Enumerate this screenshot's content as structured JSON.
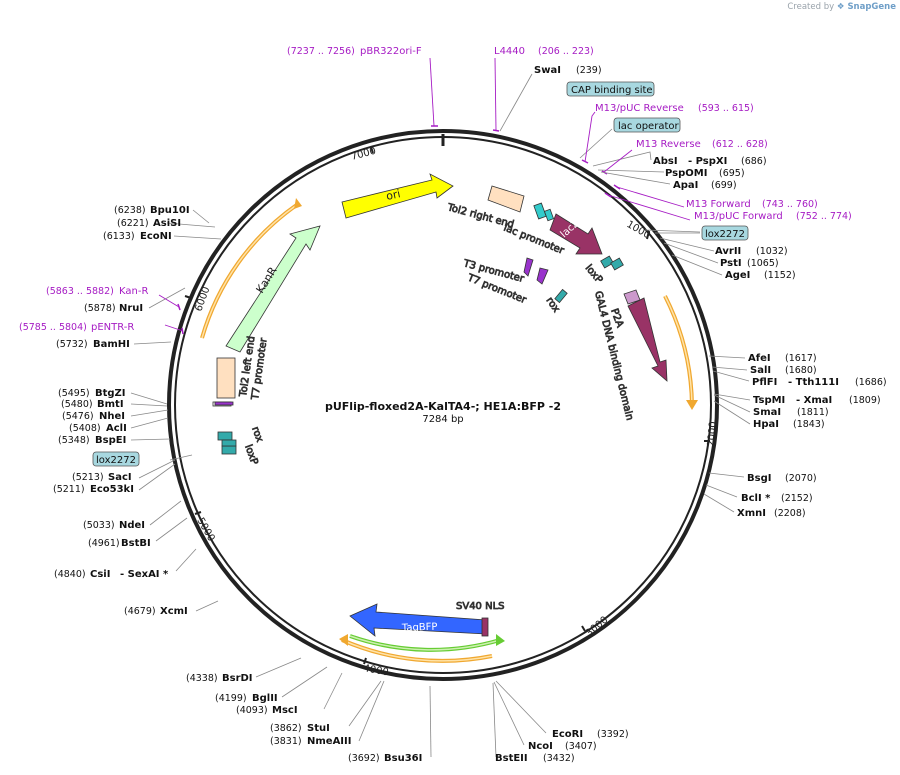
{
  "app": {
    "credit": "Created by",
    "brand": "SnapGene"
  },
  "plasmid": {
    "name": "pUFlip-floxed2A-KalTA4-; HE1A:BFP -2",
    "size": "7284 bp"
  },
  "ticks": [
    {
      "label": "1000",
      "pos": 1000
    },
    {
      "label": "2000",
      "pos": 2000
    },
    {
      "label": "3000",
      "pos": 3000
    },
    {
      "label": "4000",
      "pos": 4000
    },
    {
      "label": "5000",
      "pos": 5000
    },
    {
      "label": "6000",
      "pos": 6000
    },
    {
      "label": "7000",
      "pos": 7000
    }
  ],
  "primers": [
    {
      "name": "pBR322ori-F",
      "range": "(7237 .. 7256)",
      "pos": 7246
    },
    {
      "name": "L4440",
      "range": "(206 .. 223)",
      "pos": 214
    },
    {
      "name": "M13/pUC Reverse",
      "range": "(593 .. 615)",
      "pos": 604
    },
    {
      "name": "M13 Reverse",
      "range": "(612 .. 628)",
      "pos": 620
    },
    {
      "name": "M13 Forward",
      "range": "(743 .. 760)",
      "pos": 751
    },
    {
      "name": "M13/pUC Forward",
      "range": "(752 .. 774)",
      "pos": 763
    },
    {
      "name": "Kan-R",
      "range": "(5863 .. 5882)",
      "pos": 5872
    },
    {
      "name": "pENTR-R",
      "range": "(5785 .. 5804)",
      "pos": 5794
    }
  ],
  "boxed_features": [
    {
      "name": "CAP binding site"
    },
    {
      "name": "lac operator"
    },
    {
      "name": "lox2272"
    },
    {
      "name": "lox2272"
    }
  ],
  "sites": [
    {
      "name": "SwaI",
      "pos": "(239)"
    },
    {
      "name": "AbsI",
      "name2": "- PspXI",
      "pos": "(686)"
    },
    {
      "name": "PspOMI",
      "pos": "(695)"
    },
    {
      "name": "ApaI",
      "pos": "(699)"
    },
    {
      "name": "AvrII",
      "pos": "(1032)"
    },
    {
      "name": "PstI",
      "pos": "(1065)"
    },
    {
      "name": "AgeI",
      "pos": "(1152)"
    },
    {
      "name": "AfeI",
      "pos": "(1617)"
    },
    {
      "name": "SalI",
      "pos": "(1680)"
    },
    {
      "name": "PflFI",
      "name2": "- Tth111I",
      "pos": "(1686)"
    },
    {
      "name": "TspMI",
      "name2": "- XmaI",
      "pos": "(1809)"
    },
    {
      "name": "SmaI",
      "pos": "(1811)"
    },
    {
      "name": "HpaI",
      "pos": "(1843)"
    },
    {
      "name": "BsgI",
      "pos": "(2070)"
    },
    {
      "name": "BclI *",
      "pos": "(2152)"
    },
    {
      "name": "XmnI",
      "pos": "(2208)"
    },
    {
      "name": "EcoRI",
      "pos": "(3392)"
    },
    {
      "name": "NcoI",
      "pos": "(3407)"
    },
    {
      "name": "BstEII",
      "pos": "(3432)"
    },
    {
      "name": "Bsu36I",
      "pos": "(3692)"
    },
    {
      "name": "StuI",
      "pos": "(3862)"
    },
    {
      "name": "NmeAIII",
      "pos": "(3831)"
    },
    {
      "name": "MscI",
      "pos": "(4093)"
    },
    {
      "name": "BglII",
      "pos": "(4199)"
    },
    {
      "name": "BsrDI",
      "pos": "(4338)"
    },
    {
      "name": "XcmI",
      "pos": "(4679)"
    },
    {
      "name": "CsiI",
      "name2": "- SexAI *",
      "pos": "(4840)"
    },
    {
      "name": "BstBI",
      "pos": "(4961)"
    },
    {
      "name": "NdeI",
      "pos": "(5033)"
    },
    {
      "name": "Eco53kI",
      "pos": "(5211)"
    },
    {
      "name": "SacI",
      "pos": "(5213)"
    },
    {
      "name": "BspEI",
      "pos": "(5348)"
    },
    {
      "name": "AclI",
      "pos": "(5408)"
    },
    {
      "name": "NheI",
      "pos": "(5476)"
    },
    {
      "name": "BmtI",
      "pos": "(5480)"
    },
    {
      "name": "BtgZI",
      "pos": "(5495)"
    },
    {
      "name": "BamHI",
      "pos": "(5732)"
    },
    {
      "name": "NruI",
      "pos": "(5878)"
    },
    {
      "name": "EcoNI",
      "pos": "(6133)"
    },
    {
      "name": "AsiSI",
      "pos": "(6221)"
    },
    {
      "name": "Bpu10I",
      "pos": "(6238)"
    }
  ],
  "features": [
    {
      "label": "ori",
      "color": "#ffff00"
    },
    {
      "label": "KanR",
      "color": "#ccffcc"
    },
    {
      "label": "lacZα",
      "color": "#993366"
    },
    {
      "label": "TagBFP",
      "color": "#3366ff"
    },
    {
      "label": "GAL4 DNA binding domain",
      "color": "#993366"
    },
    {
      "label": "P2A",
      "color": "#cc99cc"
    },
    {
      "label": "SV40 NLS",
      "color": "#993366"
    },
    {
      "label": "Tol2 right end",
      "color": "#ffe0c0"
    },
    {
      "label": "Tol2 left end",
      "color": "#ffe0c0"
    },
    {
      "label": "lac promoter",
      "color": "#33cccc"
    },
    {
      "label": "T3 promoter",
      "color": "#9933cc"
    },
    {
      "label": "T7 promoter",
      "color": "#9933cc"
    },
    {
      "label": "T7 promoter",
      "color": "#9933cc"
    },
    {
      "label": "loxP",
      "color": "#33aaaa"
    },
    {
      "label": "loxP",
      "color": "#33aaaa"
    },
    {
      "label": "rox",
      "color": "#33aaaa"
    },
    {
      "label": "rox",
      "color": "#33aaaa"
    }
  ],
  "colors": {
    "primer": "#a61cc4",
    "backbone": "#222222",
    "orf_orange": "#f0a830",
    "orf_green": "#66cc33",
    "box_fill": "#a8d8e0"
  }
}
